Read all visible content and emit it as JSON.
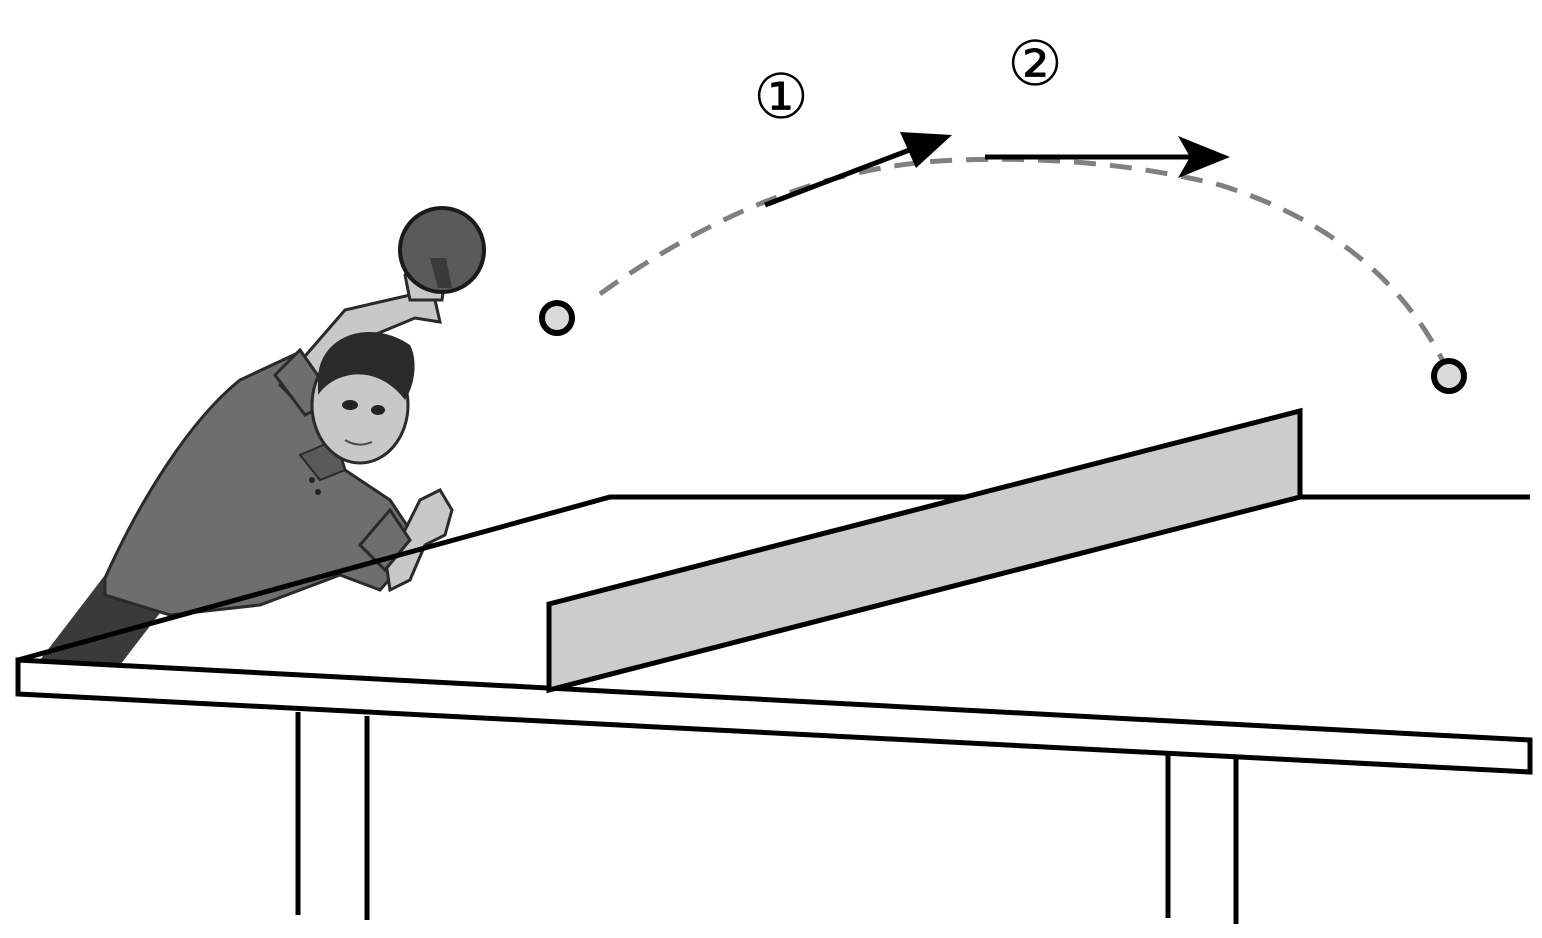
{
  "labels": {
    "arrow_1": "①",
    "arrow_2": "②"
  },
  "colors": {
    "stroke": "#000000",
    "net_fill": "#cccccc",
    "trajectory": "#808080",
    "ball_fill": "#d9d9d9",
    "paddle_rubber": "#5a5a5a",
    "shirt": "#6e6e6e",
    "skin": "#c8c8c8",
    "hair": "#2a2a2a"
  },
  "elements": {
    "player": "table-tennis-player-figure",
    "paddle": "paddle-icon",
    "ball_start": "ball-icon",
    "ball_end": "ball-icon"
  }
}
